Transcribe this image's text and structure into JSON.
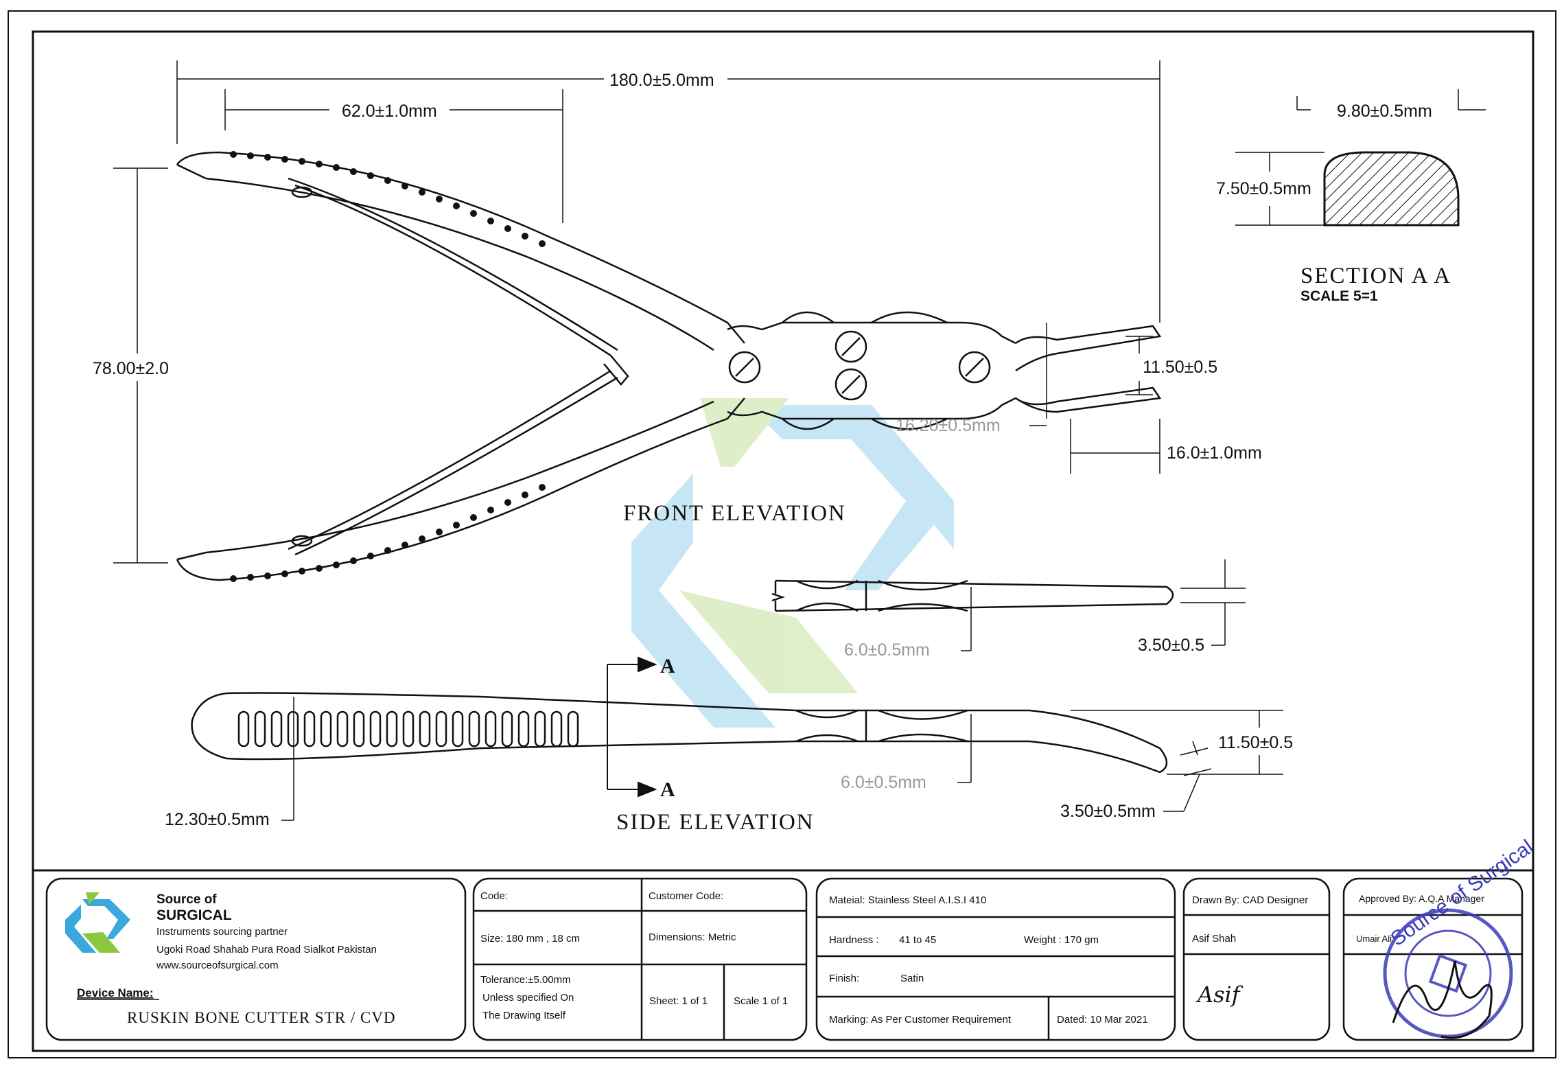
{
  "drawing": {
    "front_title": "FRONT ELEVATION",
    "side_title": "SIDE ELEVATION",
    "section_title": "SECTION A A",
    "section_scale": "SCALE 5=1",
    "section_marker": "A",
    "dims": {
      "overall_length": "180.0±5.0mm",
      "handle_length": "62.0±1.0mm",
      "opening": "78.00±2.0",
      "jaw_width": "11.50±0.5",
      "jaw_length": "16.20±0.5mm",
      "tip_length": "16.0±1.0mm",
      "section_width": "9.80±0.5mm",
      "section_height": "7.50±0.5mm",
      "top_thickness": "6.0±0.5mm",
      "top_tip": "3.50±0.5",
      "side_thickness": "6.0±0.5mm",
      "side_jaw": "11.50±0.5",
      "side_tip": "3.50±0.5mm",
      "handle_width": "12.30±0.5mm"
    }
  },
  "title_block": {
    "company_line1": "Source of",
    "company_line2": "SURGICAL",
    "tagline": "Instruments sourcing partner",
    "address": "Ugoki Road Shahab Pura Road Sialkot Pakistan",
    "website": "www.sourceofsurgical.com",
    "device_label": "Device Name:",
    "device_name": "RUSKIN BONE CUTTER STR / CVD",
    "code": "Code:",
    "customer_code": "Customer Code:",
    "size": "Size:   180 mm , 18 cm",
    "dimensions": "Dimensions: Metric",
    "tolerance_1": "Tolerance:±5.00mm",
    "tolerance_2": "Unless specified On",
    "tolerance_3": "The Drawing Itself",
    "sheet": "Sheet: 1 of 1",
    "scale": "Scale 1 of  1",
    "material": "Mateial: Stainless Steel A.I.S.I 410",
    "hardness_label": "Hardness :",
    "hardness_value": "41 to 45",
    "weight": "Weight : 170 gm",
    "finish_label": "Finish:",
    "finish_value": "Satin",
    "marking": "Marking: As Per Customer Requirement",
    "dated": "Dated: 10 Mar 2021",
    "drawn_by": "Drawn By: CAD Designer",
    "drawer_name": "Asif Shah",
    "drawer_signature": "Asif",
    "approved_by": "Approved By: A.Q.A Manager",
    "approver_name": "Umair Ali",
    "stamp_text": "Source of Surgical"
  },
  "colors": {
    "line": "#111111",
    "logo_blue": "#3aa8dc",
    "logo_green": "#8dc63f",
    "stamp": "#3b3bb8"
  }
}
